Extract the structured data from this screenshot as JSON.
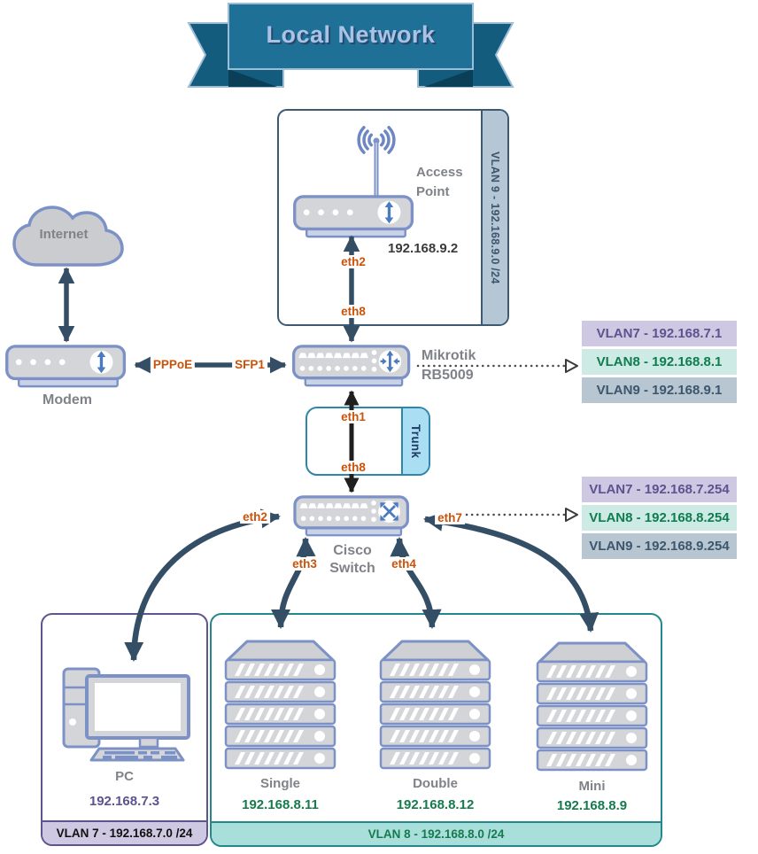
{
  "banner": {
    "title": "Local Network"
  },
  "internet": {
    "label": "Internet"
  },
  "modem": {
    "label": "Modem"
  },
  "wan_link": {
    "pppoe": "PPPoE",
    "sfp": "SFP1"
  },
  "access_point": {
    "name": "Access Point",
    "ip": "192.168.9.2",
    "vlan_label": "VLAN 9 - 192.168.9.0 /24",
    "ap_port": "eth2",
    "router_port": "eth8"
  },
  "router": {
    "name": "Mikrotik",
    "model": "RB5009",
    "vlan_table": [
      {
        "text": "VLAN7 - 192.168.7.1"
      },
      {
        "text": "VLAN8 - 192.168.8.1"
      },
      {
        "text": "VLAN9 - 192.168.9.1"
      }
    ]
  },
  "trunk": {
    "label": "Trunk",
    "router_port": "eth1",
    "switch_port": "eth8"
  },
  "switch": {
    "name": "Cisco",
    "model": "Switch",
    "port_pc": "eth2",
    "port_single": "eth3",
    "port_double": "eth4",
    "port_mini": "eth7",
    "vlan_table": [
      {
        "text": "VLAN7 - 192.168.7.254"
      },
      {
        "text": "VLAN8 - 192.168.8.254"
      },
      {
        "text": "VLAN9 - 192.168.9.254"
      }
    ]
  },
  "pc_zone": {
    "device": "PC",
    "ip": "192.168.7.3",
    "subnet_label": "VLAN 7 - 192.168.7.0 /24"
  },
  "server_zone": {
    "subnet_label": "VLAN 8 - 192.168.8.0 /24",
    "servers": [
      {
        "name": "Single",
        "ip": "192.168.8.11"
      },
      {
        "name": "Double",
        "ip": "192.168.8.12"
      },
      {
        "name": "Mini",
        "ip": "192.168.8.9"
      }
    ]
  },
  "colors": {
    "accent_orange": "#c9530a",
    "label_gray": "#7f8288",
    "arrow_slate": "#344e66",
    "arrow_black": "#1f1f1f",
    "glyph_blue": "#4a7ac0",
    "device_border": "#7c92c6",
    "device_fill": "#d4d5d8",
    "vlan7_bg": "#cfc8e2",
    "vlan7_text": "#5c538f",
    "vlan8_bg": "#cdeae5",
    "vlan8_text": "#0e7d4f",
    "vlan9_bg": "#b8c6d2",
    "vlan9_text": "#3c566e",
    "green_text": "#177a4e",
    "purple_text": "#5c538f",
    "teal_border": "#23878c",
    "purple_border": "#5e548e",
    "trunk_border": "#2e86ab",
    "trunk_strip": "#aadef2",
    "trunk_text": "#1f3864",
    "ap_border": "#3d5a74",
    "ap_strip": "#b5c6d4",
    "ribbon_main": "#1e7096",
    "ribbon_tail": "#135c7d",
    "ribbon_fold": "#0b3e57",
    "ribbon_title": "#a9c3e6"
  }
}
